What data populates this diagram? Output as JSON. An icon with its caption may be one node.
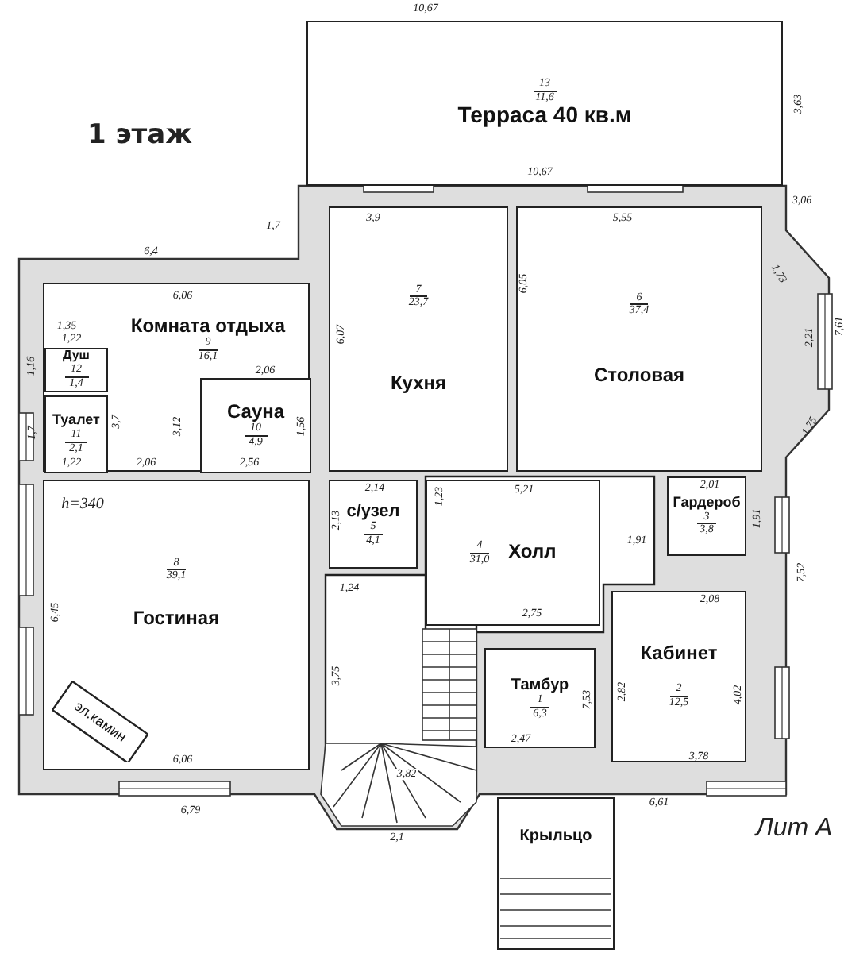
{
  "diagram": {
    "nodes": [
      {
        "text": [
          "13",
          "11,6",
          "Терраса 40 кв.м"
        ]
      },
      {
        "text": [
          "Комната отдыха",
          "9",
          "16,1"
        ]
      },
      {
        "text": [
          "Душ",
          "12",
          "1,4"
        ],
        "in": 1
      },
      {
        "text": [
          "7",
          "23,7",
          "Кухня"
        ]
      },
      {
        "text": [
          "6",
          "37,4",
          "Столовая"
        ]
      },
      {
        "text": [
          "Туалет",
          "11",
          "2,1"
        ],
        "in": 1
      },
      {
        "text": [
          "Сауна",
          "10",
          "4,9"
        ],
        "in": 1
      },
      {
        "text": [
          "с/узел",
          "5",
          "4,1"
        ]
      },
      {
        "text": [
          "Гардероб",
          "3",
          "3,8"
        ]
      },
      {
        "text": [
          "4",
          "31,0",
          "Холл"
        ]
      },
      {
        "text": [
          "8",
          "39,1",
          "Гостиная"
        ]
      },
      {
        "text": [
          "Тамбур",
          "1",
          "6,3"
        ]
      },
      {
        "text": [
          "Кабинет",
          "2",
          "12,5"
        ]
      },
      {
        "text": [
          "Крыльцо"
        ]
      },
      {
        "text": [
          "эл.камин"
        ],
        "in": 10
      }
    ],
    "labels": [
      "1 этаж",
      "10,67",
      "3,63",
      "10,67",
      "1,7",
      "6,4",
      "3,9",
      "5,55",
      "3,06",
      "1,73",
      "2,21",
      "7,61",
      "1,75",
      "6,05",
      "6,07",
      "6,06",
      "1,35",
      "1,22",
      "1,16",
      "1,7",
      "3,7",
      "1,22",
      "2,06",
      "3,12",
      "2,06",
      "1,56",
      "2,56",
      "h=340",
      "6,45",
      "6,06",
      "6,79",
      "2,14",
      "2,13",
      "1,23",
      "5,21",
      "1,24",
      "3,75",
      "3,82",
      "2,1",
      "2,01",
      "1,91",
      "1,91",
      "7,52",
      "2,75",
      "2,08",
      "2,82",
      "7,53",
      "4,02",
      "2,47",
      "3,78",
      "6,61",
      "Лит А"
    ]
  }
}
